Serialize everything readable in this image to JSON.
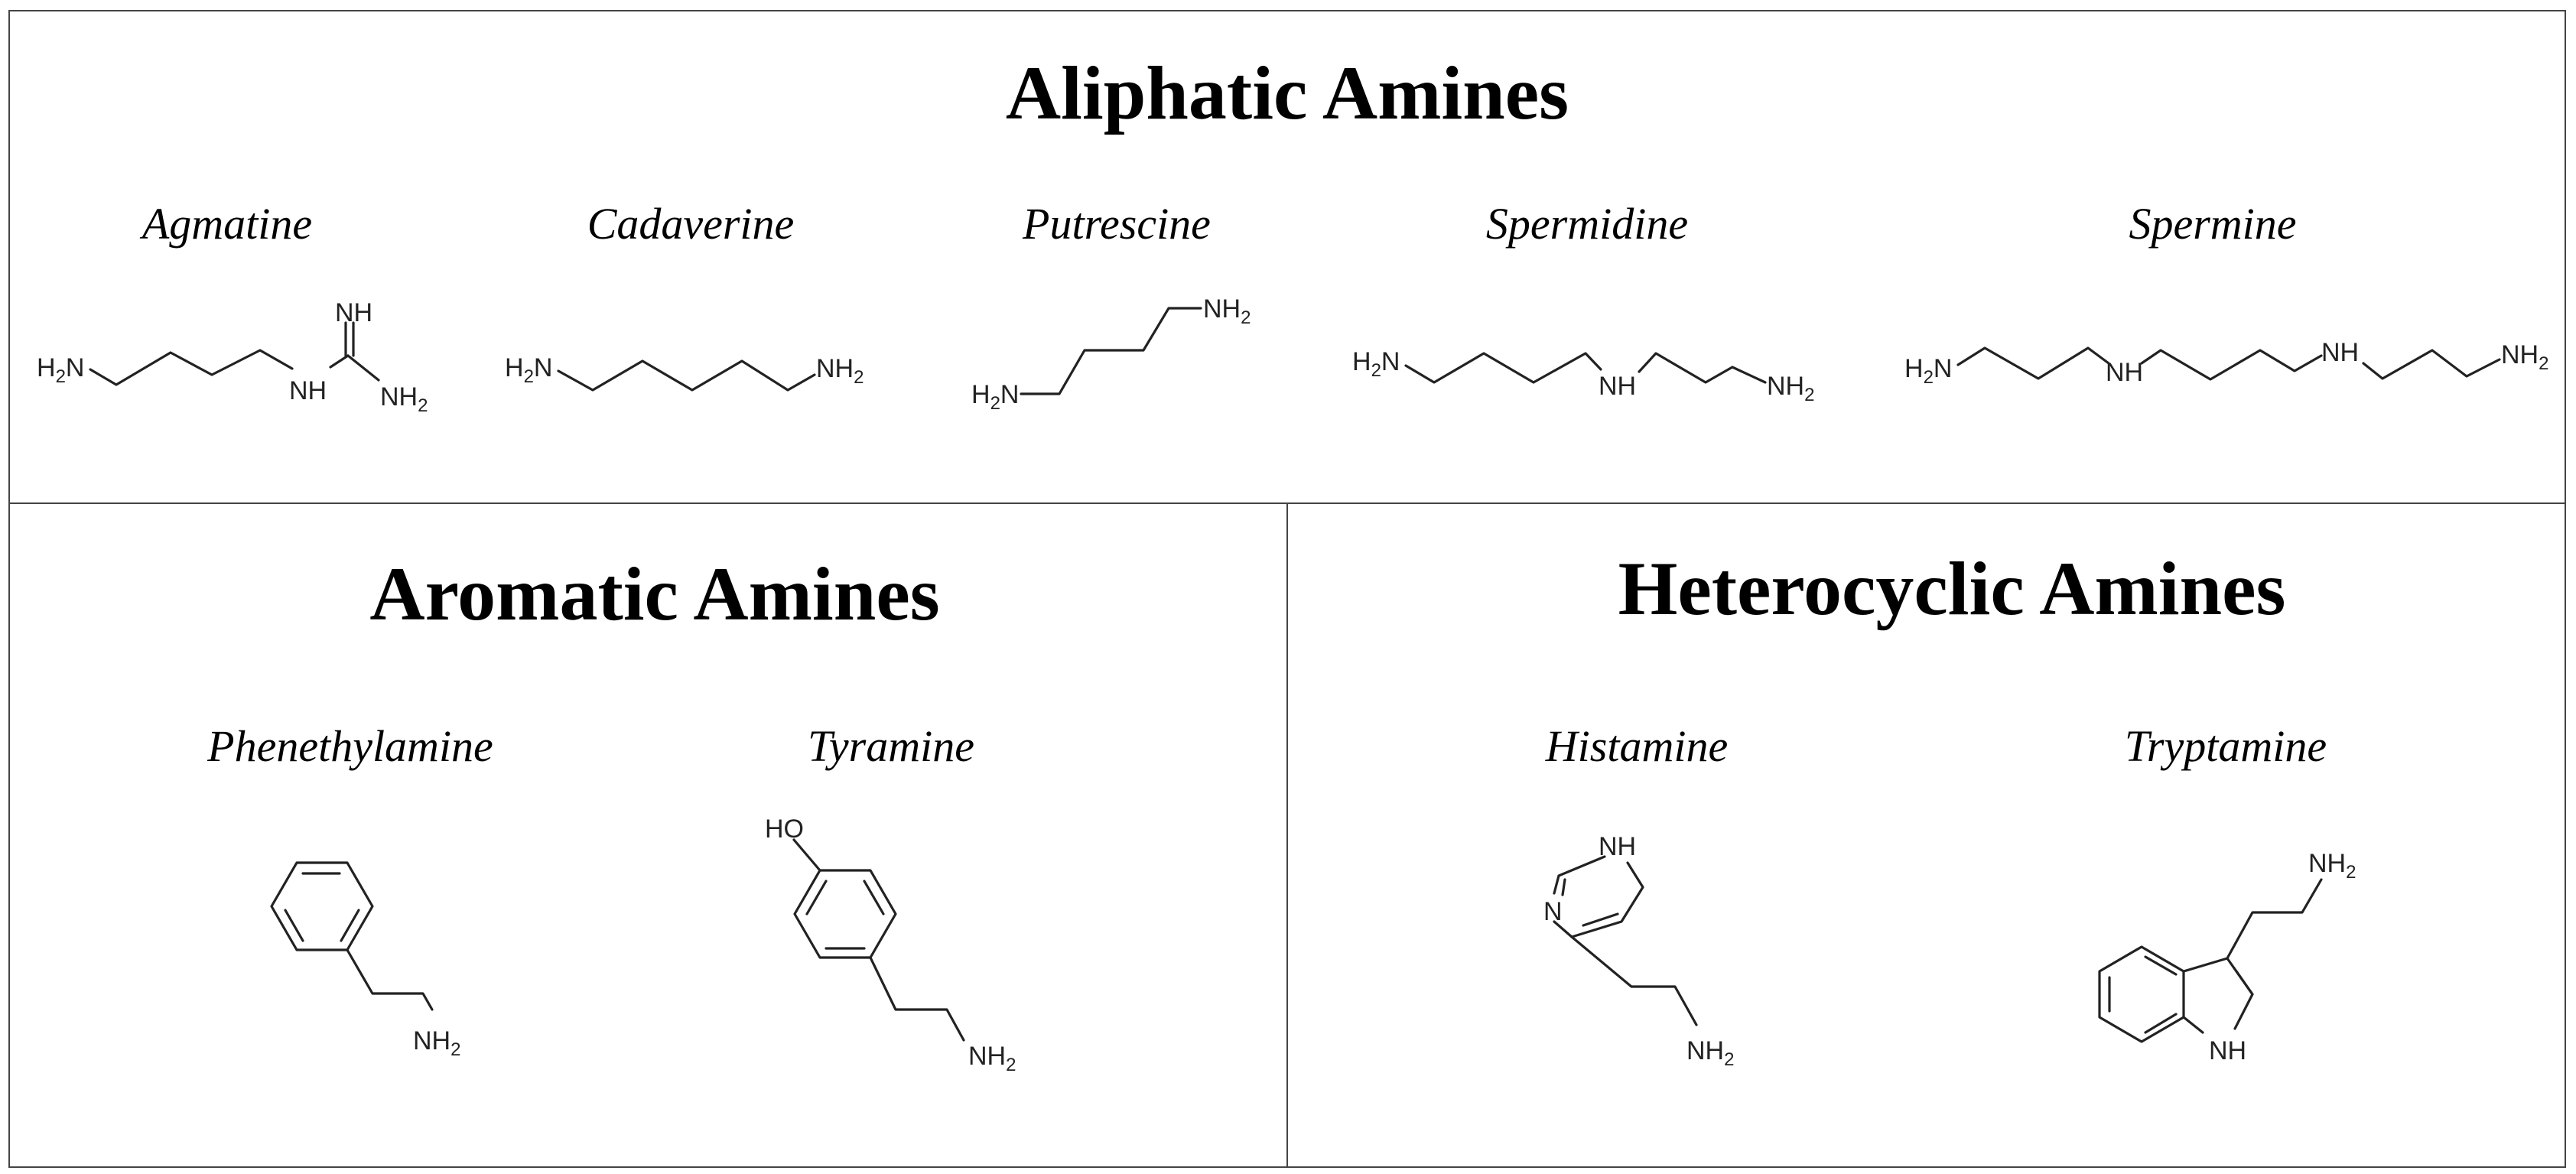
{
  "sections": {
    "aliphatic": {
      "title": "Aliphatic Amines",
      "compounds": [
        {
          "name": "Agmatine"
        },
        {
          "name": "Cadaverine"
        },
        {
          "name": "Putrescine"
        },
        {
          "name": "Spermidine"
        },
        {
          "name": "Spermine"
        }
      ]
    },
    "aromatic": {
      "title": "Aromatic Amines",
      "compounds": [
        {
          "name": "Phenethylamine"
        },
        {
          "name": "Tyramine"
        }
      ]
    },
    "heterocyclic": {
      "title": "Heterocyclic Amines",
      "compounds": [
        {
          "name": "Histamine"
        },
        {
          "name": "Tryptamine"
        }
      ]
    }
  },
  "atom_labels": {
    "nh2_base": "NH",
    "nh2_sub": "2",
    "h2n_pre": "H",
    "h2n_sub": "2",
    "h2n_post": "N",
    "nh": "NH",
    "n": "N",
    "ho": "HO"
  }
}
